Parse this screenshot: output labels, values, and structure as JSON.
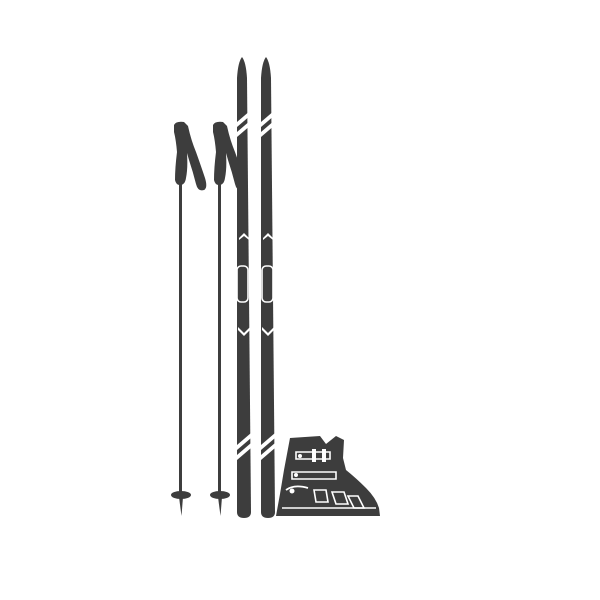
{
  "illustration": {
    "subject": "ski-equipment",
    "items": [
      "ski-pole",
      "ski-pole",
      "ski",
      "ski",
      "ski-boot"
    ]
  },
  "colors": {
    "background": "#ffffff",
    "equipment": "#3d3d3d",
    "accent": "#ffffff"
  }
}
